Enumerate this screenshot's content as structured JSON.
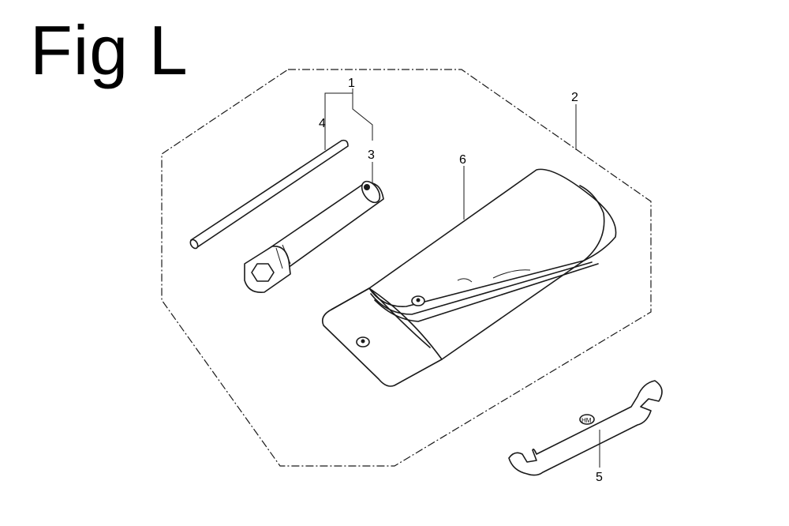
{
  "figure": {
    "title": "Fig L"
  },
  "callouts": [
    {
      "id": "1",
      "label": "1"
    },
    {
      "id": "2",
      "label": "2"
    },
    {
      "id": "3",
      "label": "3"
    },
    {
      "id": "4",
      "label": "4"
    },
    {
      "id": "5",
      "label": "5"
    },
    {
      "id": "6",
      "label": "6"
    }
  ],
  "parts": [
    {
      "ref": "1",
      "icon": "tool-set-group"
    },
    {
      "ref": "2",
      "icon": "tool-kit-outline"
    },
    {
      "ref": "3",
      "icon": "spark-plug-wrench-icon"
    },
    {
      "ref": "4",
      "icon": "handle-bar-icon"
    },
    {
      "ref": "5",
      "icon": "open-end-wrench-icon"
    },
    {
      "ref": "6",
      "icon": "tool-bag-icon"
    }
  ]
}
